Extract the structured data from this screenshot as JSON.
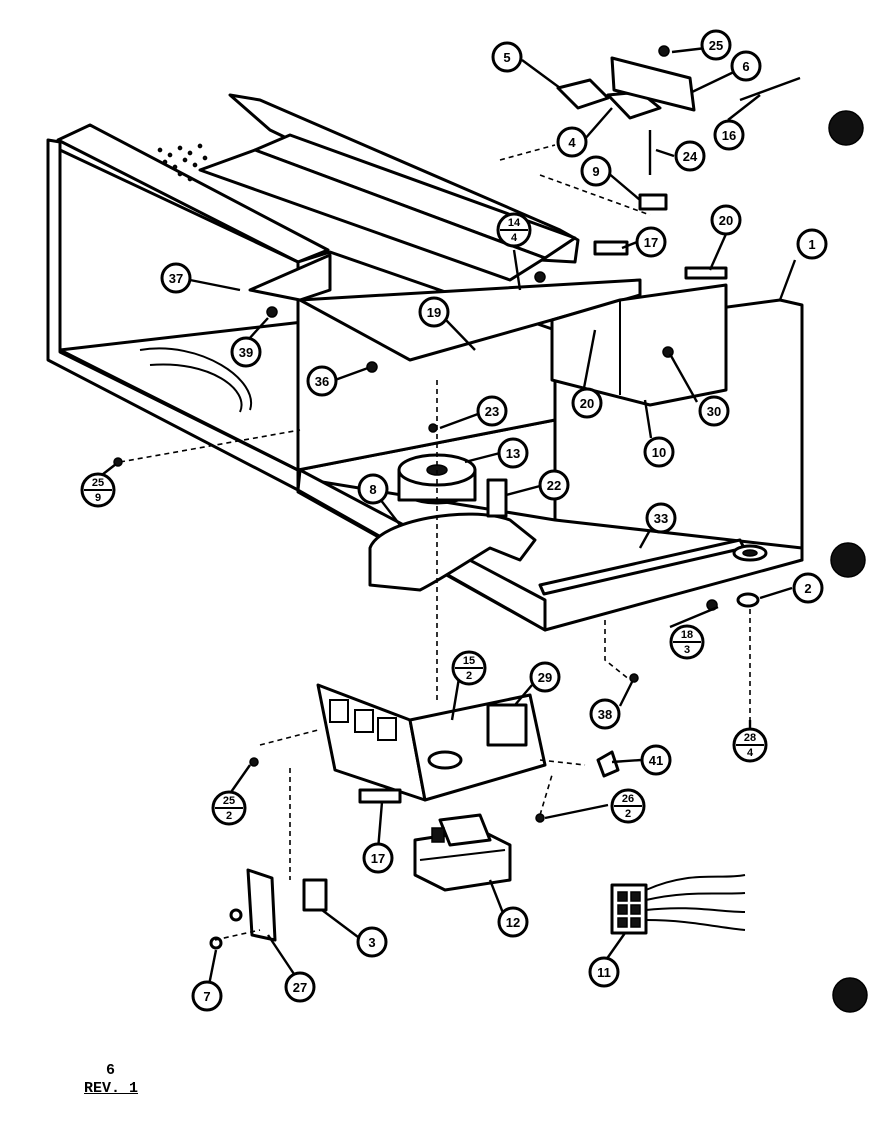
{
  "diagram": {
    "callouts": [
      {
        "id": "c1",
        "label": "1"
      },
      {
        "id": "c2",
        "label": "2"
      },
      {
        "id": "c3",
        "label": "3"
      },
      {
        "id": "c4",
        "label": "4"
      },
      {
        "id": "c5",
        "label": "5"
      },
      {
        "id": "c6",
        "label": "6"
      },
      {
        "id": "c7",
        "label": "7"
      },
      {
        "id": "c8",
        "label": "8"
      },
      {
        "id": "c9",
        "label": "9"
      },
      {
        "id": "c10",
        "label": "10"
      },
      {
        "id": "c11",
        "label": "11"
      },
      {
        "id": "c12",
        "label": "12"
      },
      {
        "id": "c13",
        "label": "13"
      },
      {
        "id": "c14",
        "label": "14",
        "sub": "4"
      },
      {
        "id": "c15",
        "label": "15",
        "sub": "2"
      },
      {
        "id": "c16",
        "label": "16"
      },
      {
        "id": "c17a",
        "label": "17"
      },
      {
        "id": "c17b",
        "label": "17"
      },
      {
        "id": "c18",
        "label": "18",
        "sub": "3"
      },
      {
        "id": "c19",
        "label": "19"
      },
      {
        "id": "c20a",
        "label": "20"
      },
      {
        "id": "c20b",
        "label": "20"
      },
      {
        "id": "c22",
        "label": "22"
      },
      {
        "id": "c23",
        "label": "23"
      },
      {
        "id": "c24",
        "label": "24"
      },
      {
        "id": "c25a",
        "label": "25"
      },
      {
        "id": "c25b",
        "label": "25",
        "sub": "9"
      },
      {
        "id": "c25c",
        "label": "25",
        "sub": "2"
      },
      {
        "id": "c26",
        "label": "26",
        "sub": "2"
      },
      {
        "id": "c27",
        "label": "27"
      },
      {
        "id": "c28",
        "label": "28",
        "sub": "4"
      },
      {
        "id": "c29",
        "label": "29"
      },
      {
        "id": "c30",
        "label": "30"
      },
      {
        "id": "c33",
        "label": "33"
      },
      {
        "id": "c36",
        "label": "36"
      },
      {
        "id": "c37",
        "label": "37"
      },
      {
        "id": "c38",
        "label": "38"
      },
      {
        "id": "c39",
        "label": "39"
      },
      {
        "id": "c41",
        "label": "41"
      }
    ]
  },
  "footer": {
    "page_number": "6",
    "revision": "REV. 1"
  }
}
